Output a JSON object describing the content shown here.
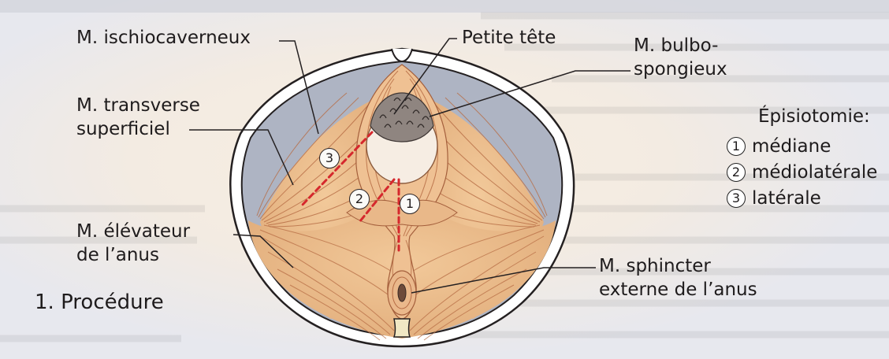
{
  "figure": {
    "caption": "1. Procédure",
    "labels": {
      "ischiocaverneux": "M. ischiocaverneux",
      "petite_tete": "Petite tête",
      "bulbo_line1": "M. bulbo-",
      "bulbo_line2": "spongieux",
      "transverse_line1": "M. transverse",
      "transverse_line2": "superficiel",
      "elevateur_line1": "M. élévateur",
      "elevateur_line2": "de l’anus",
      "sphincter_line1": "M. sphincter",
      "sphincter_line2": "externe de l’anus"
    },
    "legend": {
      "title": "Épisiotomie:",
      "items": [
        {
          "num": "1",
          "label": "médiane"
        },
        {
          "num": "2",
          "label": "médiolatérale"
        },
        {
          "num": "3",
          "label": "latérale"
        }
      ]
    },
    "incision_markers": [
      "1",
      "2",
      "3"
    ]
  },
  "colors": {
    "muscle": "#e6b685",
    "muscle_line": "#b76d45",
    "incision": "#d5282d",
    "outline": "#242021",
    "pelvis_inner": "#aeb4c3"
  }
}
